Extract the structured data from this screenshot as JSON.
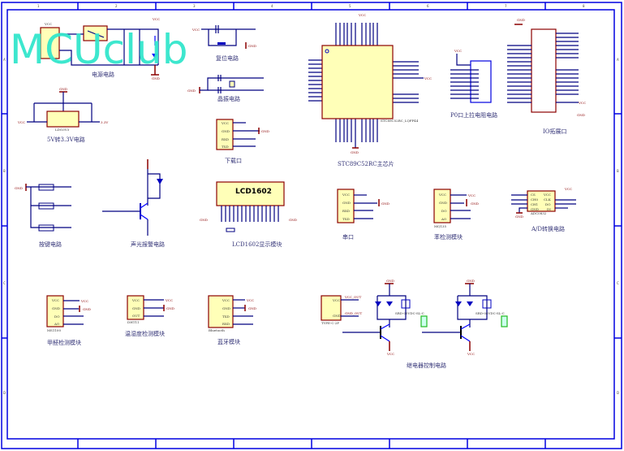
{
  "logo": "MCUclub",
  "frame": {
    "columns": [
      "1",
      "2",
      "3",
      "4",
      "5",
      "6",
      "7",
      "8"
    ],
    "rows": [
      "A",
      "B",
      "C",
      "D"
    ]
  },
  "sections": {
    "power": "电源电路",
    "reset": "复位电路",
    "crystal": "晶振电路",
    "ldo": "5V转3.3V电路",
    "download": "下载口",
    "mcu": "STC89C52RC主芯片",
    "p0_pullup": "P0口上拉电阻电路",
    "io_ext": "IO拓展口",
    "keys": "按键电路",
    "buzzer": "声光报警电路",
    "lcd": "LCD1602显示模块",
    "serial": "串口",
    "benzene": "苯检测模块",
    "adc": "A/D转换电路",
    "formaldehyde": "甲醛检测模块",
    "dht": "温湿度检测模块",
    "bluetooth": "蓝牙模块",
    "relay": "继电器控制电路"
  },
  "parts": {
    "mcu": "STC89C52RC_LQFP44",
    "ldo": "LDO3V3",
    "lcd": "LCD1602",
    "benzene": "MQ135",
    "adc": "ADC0832",
    "formaldehyde": "MS1100",
    "dht": "DHT11",
    "bluetooth": "Bluetooth",
    "typec": "TYPE-C-2P",
    "relay": "SRD-05VDC-SL-C"
  },
  "nets": {
    "vcc": "VCC",
    "gnd": "GND",
    "v33": "3.3V",
    "vcc_out": "VCC_OUT",
    "gnd_out": "GND_OUT"
  },
  "pins4": {
    "vcc": "VCC",
    "gnd": "GND",
    "rxd": "RXD",
    "txd": "TXD",
    "do": "DO",
    "ao": "AO",
    "out": "OUT"
  },
  "adc_pins": [
    "CS",
    "CH0",
    "CH1",
    "GND",
    "VCC",
    "CLK",
    "DO",
    "DI"
  ]
}
